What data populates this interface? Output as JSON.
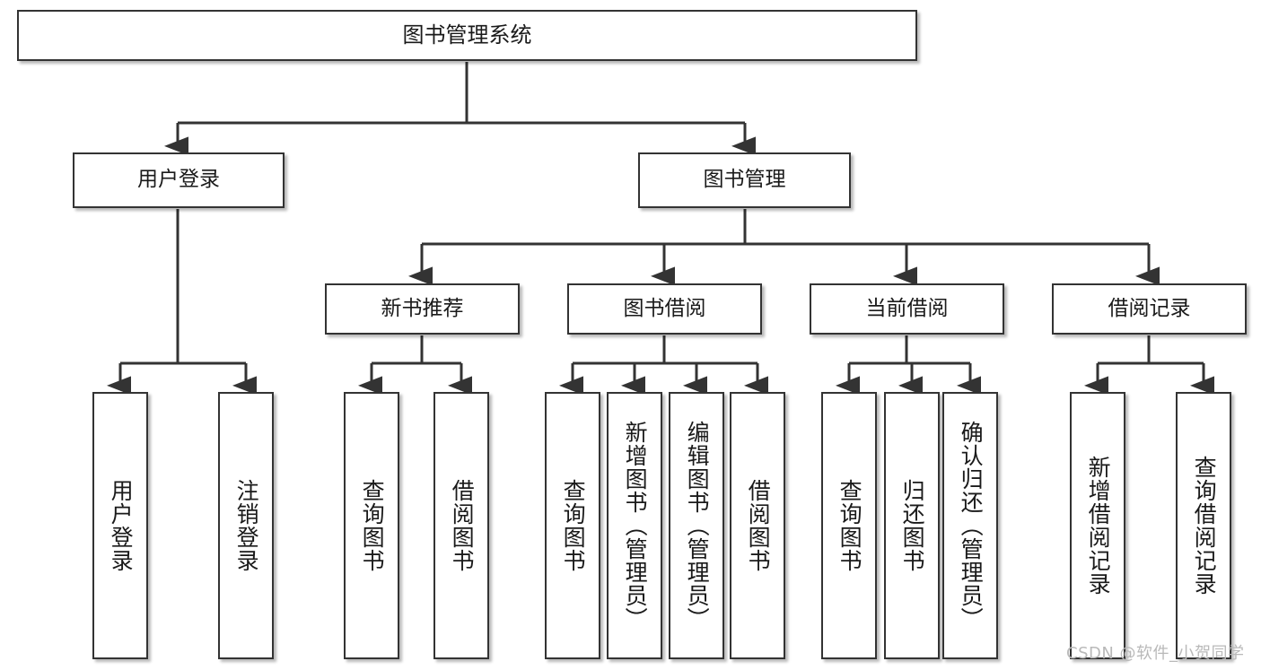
{
  "diagram": {
    "type": "tree",
    "title": "图书管理系统",
    "root": {
      "label": "图书管理系统"
    },
    "level2": [
      {
        "label": "用户登录"
      },
      {
        "label": "图书管理"
      }
    ],
    "level3": [
      {
        "label": "新书推荐"
      },
      {
        "label": "图书借阅"
      },
      {
        "label": "当前借阅"
      },
      {
        "label": "借阅记录"
      }
    ],
    "leaves": {
      "user_login": [
        {
          "label": "用户登录"
        },
        {
          "label": "注销登录"
        }
      ],
      "new_book_recommend": [
        {
          "label": "查询图书"
        },
        {
          "label": "借阅图书"
        }
      ],
      "book_borrow": [
        {
          "label": "查询图书"
        },
        {
          "label": "新增图书（管理员）"
        },
        {
          "label": "编辑图书（管理员）"
        },
        {
          "label": "借阅图书"
        }
      ],
      "current_borrow": [
        {
          "label": "查询图书"
        },
        {
          "label": "归还图书"
        },
        {
          "label": "确认归还（管理员）"
        }
      ],
      "borrow_record": [
        {
          "label": "新增借阅记录"
        },
        {
          "label": "查询借阅记录"
        }
      ]
    }
  },
  "watermark": {
    "text": "CSDN @软件_小贺同学"
  },
  "colors": {
    "stroke": "#333333",
    "background": "#ffffff",
    "text": "#1a1a1a",
    "watermark": "#b9b9b9"
  }
}
